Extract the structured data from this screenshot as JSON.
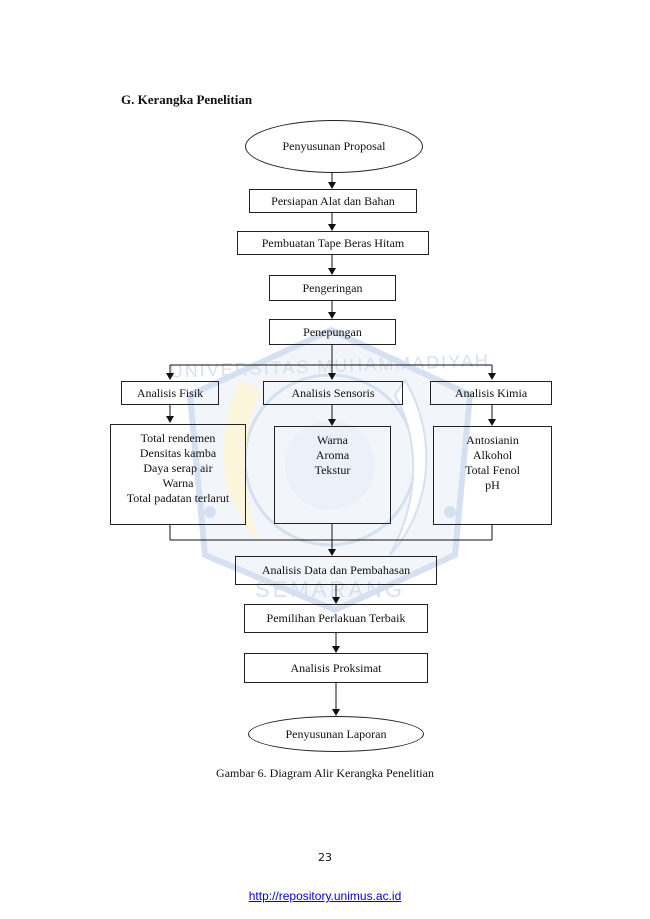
{
  "section": {
    "heading": "G.  Kerangka Penelitian"
  },
  "flow": {
    "start": "Penyusunan Proposal",
    "step1": "Persiapan  Alat dan Bahan",
    "step2": "Pembuatan Tape Beras Hitam",
    "step3": "Pengeringan",
    "step4": "Penepungan",
    "branches": {
      "fisik": {
        "title": "Analisis Fisik",
        "items": [
          "Total rendemen",
          "Densitas kamba",
          "Daya serap air",
          "Warna",
          "Total padatan terlarut"
        ]
      },
      "sensoris": {
        "title": "Analisis Sensoris",
        "items": [
          "Warna",
          "Aroma",
          "Tekstur"
        ]
      },
      "kimia": {
        "title": "Analisis Kimia",
        "items": [
          "Antosianin",
          "Alkohol",
          "Total Fenol",
          "pH"
        ]
      }
    },
    "step5": "Analisis Data dan Pembahasan",
    "step6": "Pemilihan Perlakuan Terbaik",
    "step7": "Analisis Proksimat",
    "end": "Penyusunan Laporan"
  },
  "caption": "Gambar 6. Diagram Alir Kerangka Penelitian",
  "page_number": "23",
  "footer_link": "http://repository.unimus.ac.id",
  "watermark": {
    "ring_text": "UNIVERSITAS MUHAMMADIYAH",
    "city": "SEMARANG"
  },
  "colors": {
    "watermark_blue": "#8aa9d6",
    "watermark_yellow": "#f2e39a",
    "link": "#0000ee"
  }
}
